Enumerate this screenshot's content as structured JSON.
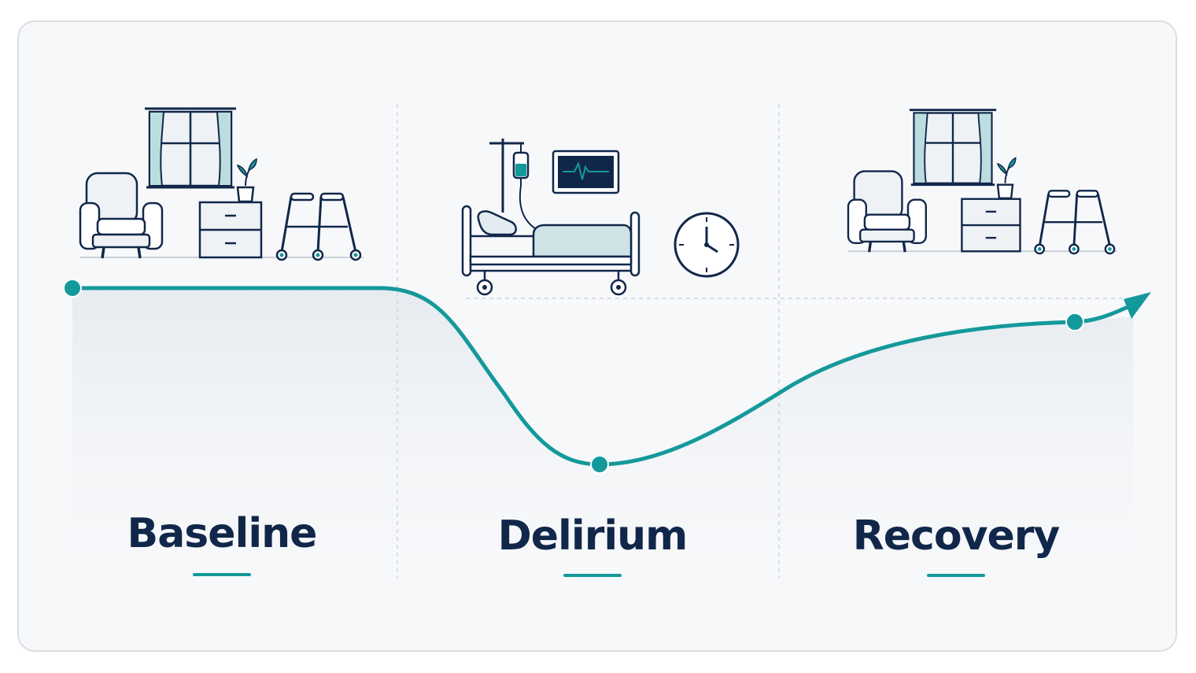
{
  "stages": [
    {
      "label": "Baseline"
    },
    {
      "label": "Delirium"
    },
    {
      "label": "Recovery"
    }
  ],
  "icons": {
    "baseline": [
      "window-icon",
      "armchair-icon",
      "nightstand-icon",
      "plant-icon",
      "walker-icon"
    ],
    "delirium": [
      "iv-pole-icon",
      "heart-monitor-icon",
      "hospital-bed-icon",
      "clock-icon"
    ],
    "recovery": [
      "window-icon",
      "armchair-icon",
      "nightstand-icon",
      "plant-icon",
      "walker-icon"
    ]
  },
  "colors": {
    "accent": "#14999b",
    "ink": "#11274a",
    "card_bg": "#f7f8fa",
    "card_border": "#d9dee3",
    "divider": "#cfd5db",
    "curtain": "#bcdde0"
  }
}
